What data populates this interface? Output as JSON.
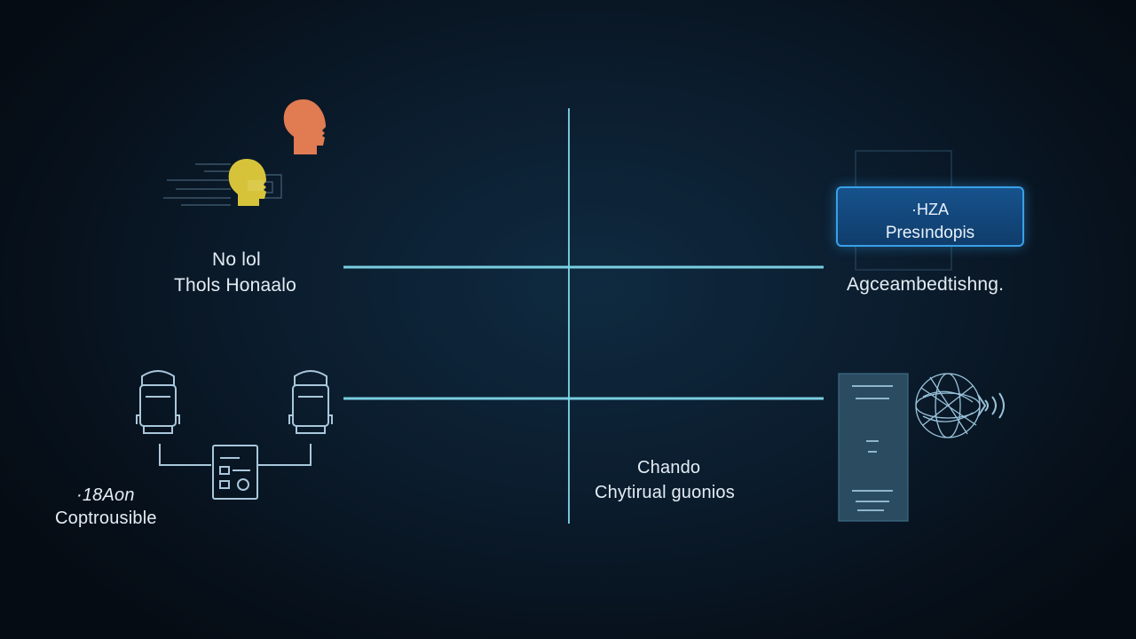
{
  "quadrants": {
    "top_left": {
      "line1": "No lol",
      "line2": "Thols Honaalo",
      "icons": [
        "orange-head-profile-icon",
        "yellow-head-profile-icon"
      ]
    },
    "top_right": {
      "panel_line1": "·HZA",
      "panel_line2": "Presındopis",
      "caption": "Agceambedtishng."
    },
    "bottom_left": {
      "line1": "·18Aon",
      "line2": "Coptrousible",
      "icons": [
        "robot-left-icon",
        "robot-right-icon",
        "document-icon"
      ]
    },
    "bottom_right": {
      "line1": "Chando",
      "line2": "Chytirual guonios",
      "icons": [
        "server-panel-icon",
        "globe-icon",
        "signal-icon"
      ]
    }
  },
  "colors": {
    "background": "#0b1d2e",
    "line": "#7fd8ea",
    "panel_fill": "#17528c",
    "panel_border": "#3aa0e8",
    "orange_head": "#e07b52",
    "yellow_head": "#d6c33a"
  }
}
